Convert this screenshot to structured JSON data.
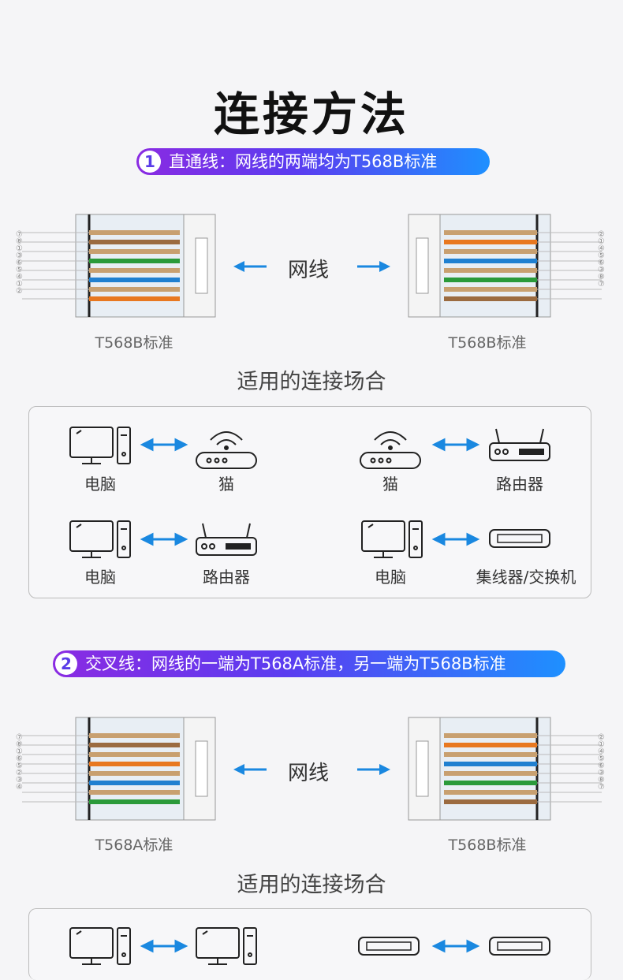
{
  "title": "连接方法",
  "section1": {
    "num": "1",
    "label": "直通线：网线的两端均为T568B标准",
    "cable": "网线",
    "left_std": "T568B标准",
    "right_std": "T568B标准",
    "left_pins": [
      "⑦",
      "⑧",
      "①",
      "③",
      "⑥",
      "⑤",
      "④",
      "①",
      "②"
    ],
    "right_pins": [
      "②",
      "①",
      "④",
      "⑤",
      "⑥",
      "③",
      "⑧",
      "⑦"
    ],
    "subtitle": "适用的连接场合",
    "pairs": [
      {
        "a": "电脑",
        "b": "猫"
      },
      {
        "a": "猫",
        "b": "路由器"
      },
      {
        "a": "电脑",
        "b": "路由器"
      },
      {
        "a": "电脑",
        "b": "集线器/交换机"
      }
    ]
  },
  "section2": {
    "num": "2",
    "label": "交叉线：网线的一端为T568A标准，另一端为T568B标准",
    "cable": "网线",
    "left_std": "T568A标准",
    "right_std": "T568B标准",
    "left_pins": [
      "⑦",
      "⑧",
      "①",
      "⑥",
      "⑤",
      "②",
      "③",
      "④"
    ],
    "right_pins": [
      "②",
      "①",
      "④",
      "⑤",
      "⑥",
      "③",
      "⑧",
      "⑦"
    ],
    "subtitle": "适用的连接场合"
  },
  "colors": {
    "accent_start": "#8a2be2",
    "accent_end": "#1e90ff",
    "arrow": "#1a88e0"
  },
  "icons": [
    "computer-icon",
    "modem-icon",
    "router-icon",
    "switch-icon",
    "double-arrow-icon",
    "arrow-left-icon",
    "arrow-right-icon"
  ]
}
